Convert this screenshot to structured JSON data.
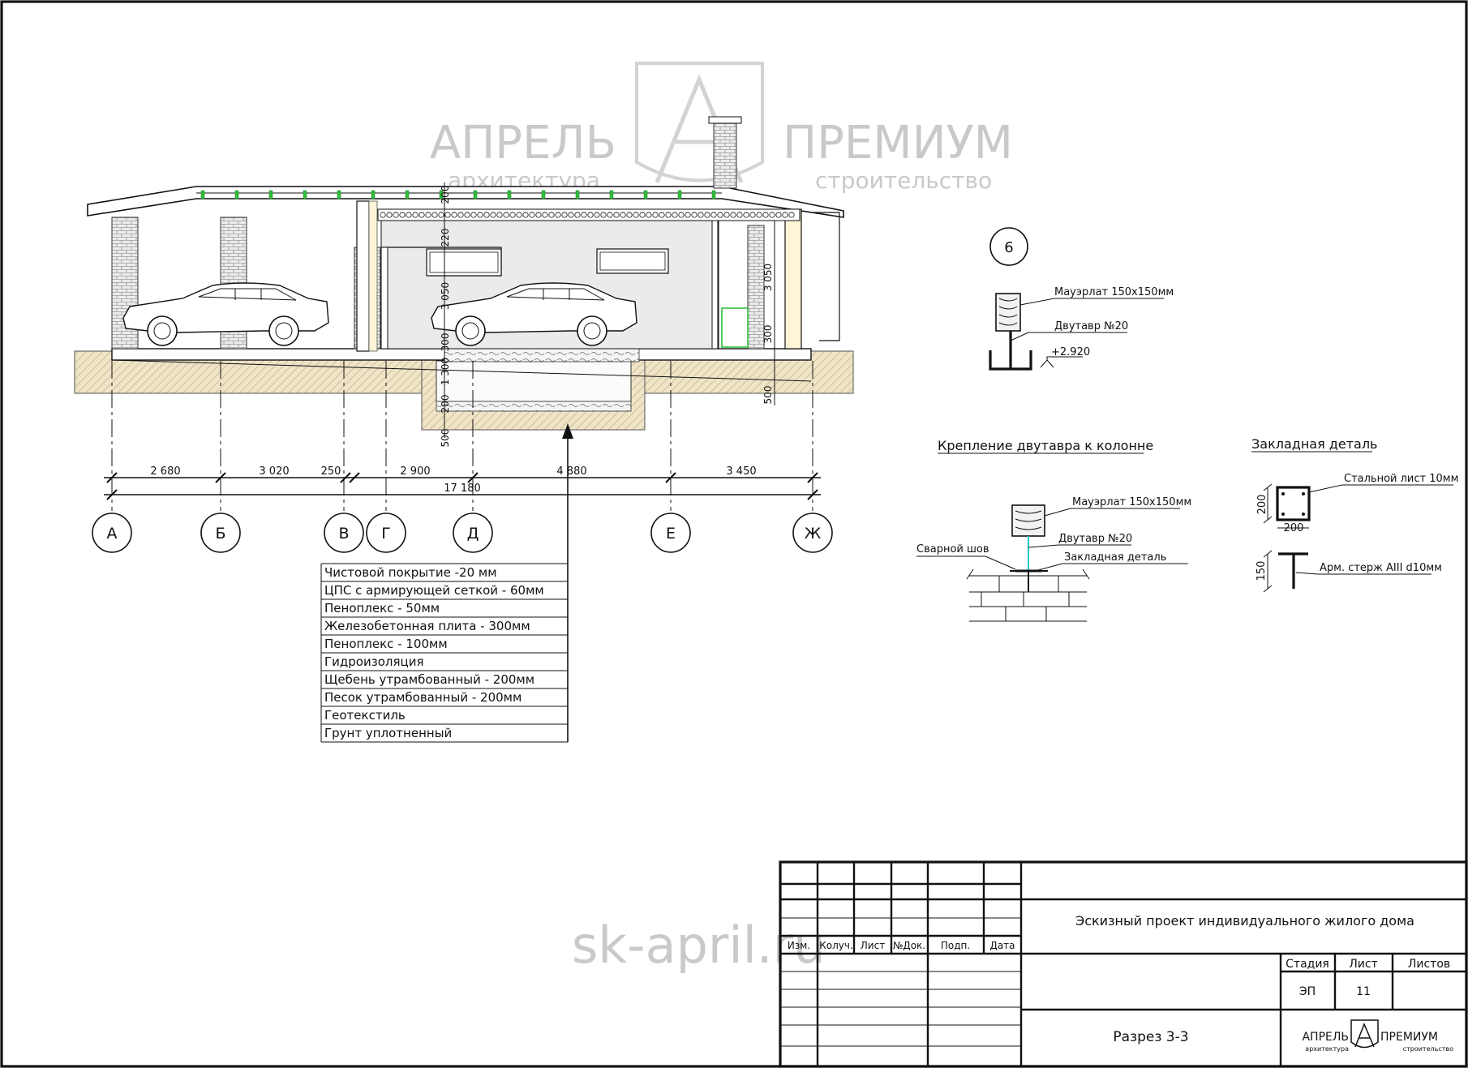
{
  "watermark": {
    "brand_left": "АПРЕЛЬ",
    "brand_right": "ПРЕМИУМ",
    "sub_left": "архитектура",
    "sub_right": "строительство",
    "site": "sk-april.ru"
  },
  "section": {
    "vertical_dims": [
      "200",
      "220",
      "3 050",
      "300",
      "1 300",
      "200",
      "500",
      "3 050",
      "300",
      "500"
    ],
    "bottom_dims": [
      "2 680",
      "3 020",
      "250",
      "2 900",
      "4 880",
      "3 450"
    ],
    "total_dim": "17 180",
    "axes": [
      "А",
      "Б",
      "В",
      "Г",
      "Д",
      "Е",
      "Ж"
    ]
  },
  "layers": [
    "Чистовой покрытие -20 мм",
    "ЦПС с армирующей сеткой - 60мм",
    "Пеноплекс - 50мм",
    "Железобетонная плита - 300мм",
    "Пеноплекс - 100мм",
    "Гидроизоляция",
    "Щебень утрамбованный - 200мм",
    "Песок утрамбованный - 200мм",
    "Геотекстиль",
    "Грунт уплотненный"
  ],
  "detail6": {
    "number": "6",
    "mauerlat": "Мауэрлат 150х150мм",
    "beam": "Двутавр №20",
    "level": "+2.920"
  },
  "detail_fix": {
    "title": "Крепление двутавра к колонне",
    "mauerlat": "Мауэрлат 150х150мм",
    "beam": "Двутавр №20",
    "weld": "Сварной шов",
    "embed": "Закладная деталь"
  },
  "detail_embed": {
    "title": "Закладная деталь",
    "plate": "Стальной лист 10мм",
    "dim_h": "200",
    "dim_w": "200",
    "dim_rod": "150",
    "rod": "Арм. стерж АIII d10мм"
  },
  "title_block": {
    "cols": [
      "Изм.",
      "Колуч.",
      "Лист",
      "№Док.",
      "Подп.",
      "Дата"
    ],
    "project": "Эскизный проект индивидуального жилого дома",
    "drawing": "Разрез 3-3",
    "h_stage": "Стадия",
    "h_sheet": "Лист",
    "h_sheets": "Листов",
    "stage": "ЭП",
    "sheet": "11",
    "sheets": "",
    "logo_left": "АПРЕЛЬ",
    "logo_right": "ПРЕМИУМ",
    "logo_sub_left": "архитектура",
    "logo_sub_right": "строительство"
  },
  "colors": {
    "ink": "#111111",
    "accent_green": "#2fbf3a",
    "accent_cyan": "#19c7c7",
    "soil": "#efe4c8",
    "watermark": "#c9c9c9"
  }
}
